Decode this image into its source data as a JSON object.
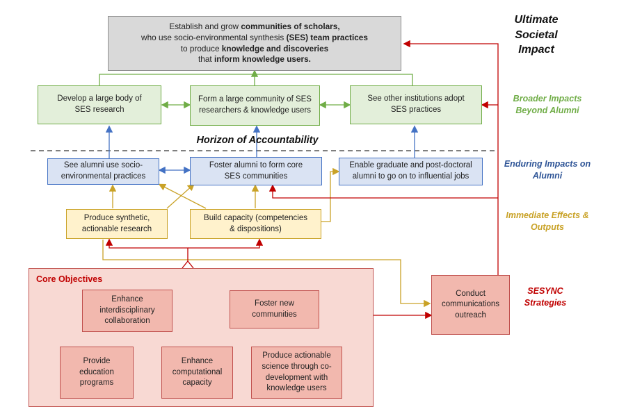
{
  "top_box": {
    "line1_pre": "Establish and grow ",
    "line1_bold": "communities of scholars,",
    "line2_pre": "who use socio-environmental synthesis ",
    "line2_bold": "(SES) team practices",
    "line3_pre": "to produce ",
    "line3_bold": "knowledge and discoveries",
    "line4_pre": "that ",
    "line4_bold": "inform knowledge users."
  },
  "broader": [
    "Develop a large body of SES research",
    "Form a large community of SES researchers & knowledge users",
    "See other institutions adopt SES practices"
  ],
  "horizon": "Horizon of Accountability",
  "enduring": [
    "See alumni use socio-environmental practices",
    "Foster alumni to form core SES communities",
    "Enable graduate and post-doctoral alumni to go on to influential jobs"
  ],
  "immediate": [
    "Produce synthetic, actionable research",
    "Build capacity (competencies & dispositions)"
  ],
  "core": {
    "title": "Core Objectives",
    "items": [
      "Enhance interdisciplinary collaboration",
      "Foster new communities",
      "Provide education programs",
      "Enhance computational capacity",
      "Produce actionable science through co-development with knowledge users"
    ]
  },
  "outreach": "Conduct communications outreach",
  "right_labels": {
    "ultimate": "Ultimate Societal Impact",
    "broader": "Broader Impacts Beyond Alumni",
    "enduring": "Enduring Impacts on Alumni",
    "immediate": "Immediate Effects & Outputs",
    "strategies": "SESYNC Strategies"
  },
  "colors": {
    "green": "#70ad47",
    "blue": "#4472c4",
    "gold": "#c9a227",
    "red": "#c00000",
    "label_green": "#70ad47",
    "label_blue": "#2f5597",
    "label_gold": "#c9a227",
    "label_red": "#c00000"
  }
}
